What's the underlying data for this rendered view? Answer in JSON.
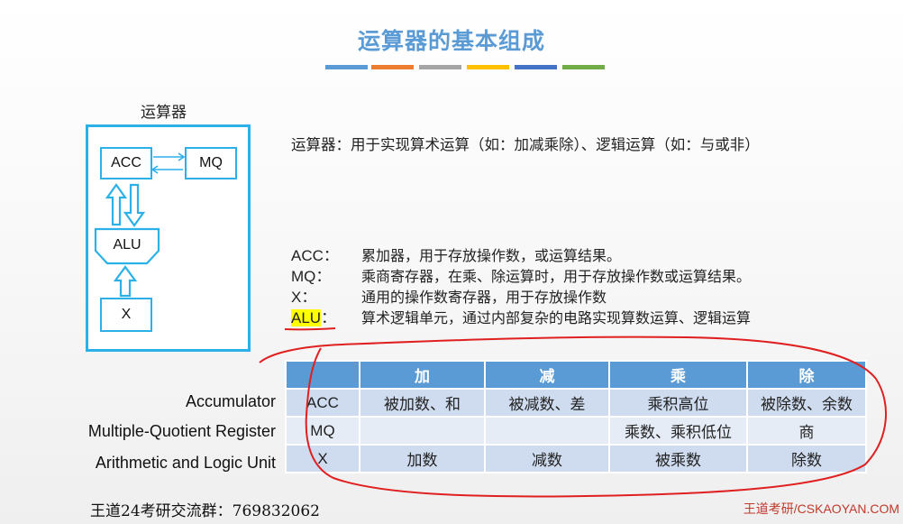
{
  "title": "运算器的基本组成",
  "colors": {
    "accent": "#5b9bd5",
    "unit_border": "#2cb0e8",
    "bars": [
      "#5b9bd5",
      "#ed7d31",
      "#a5a5a5",
      "#ffc000",
      "#4472c4",
      "#70ad47"
    ],
    "annotation": "#e02020"
  },
  "diagram": {
    "title": "运算器",
    "acc": "ACC",
    "mq": "MQ",
    "alu": "ALU",
    "x": "X"
  },
  "description": "运算器：用于实现算术运算（如：加减乘除）、逻辑运算（如：与或非）",
  "definitions": [
    {
      "term": "ACC：",
      "text": "累加器，用于存放操作数，或运算结果。"
    },
    {
      "term": "MQ：",
      "text": "乘商寄存器，在乘、除运算时，用于存放操作数或运算结果。"
    },
    {
      "term": "X：",
      "text": "通用的操作数寄存器，用于存放操作数"
    },
    {
      "term": "ALU",
      "term_suffix": "：",
      "text": "算术逻辑单元，通过内部复杂的电路实现算数运算、逻辑运算"
    }
  ],
  "row_labels": [
    "Accumulator",
    "Multiple-Quotient Register",
    "Arithmetic and Logic Unit"
  ],
  "table": {
    "headers": [
      "",
      "加",
      "减",
      "乘",
      "除"
    ],
    "rows": [
      [
        "ACC",
        "被加数、和",
        "被减数、差",
        "乘积高位",
        "被除数、余数"
      ],
      [
        "MQ",
        "",
        "",
        "乘数、乘积低位",
        "商"
      ],
      [
        "X",
        "加数",
        "减数",
        "被乘数",
        "除数"
      ]
    ]
  },
  "footer": {
    "left": "王道24考研交流群：769832062",
    "right": "王道考研/CSKAOYAN.COM"
  }
}
